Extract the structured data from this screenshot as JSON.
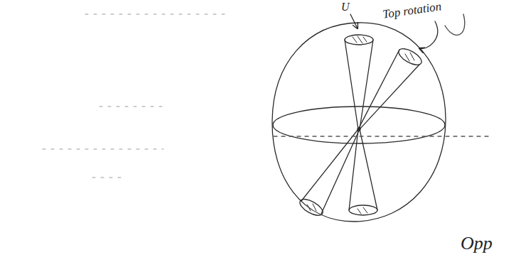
{
  "diagram": {
    "labels": [
      "U",
      "Top rotation",
      "Opp"
    ]
  }
}
